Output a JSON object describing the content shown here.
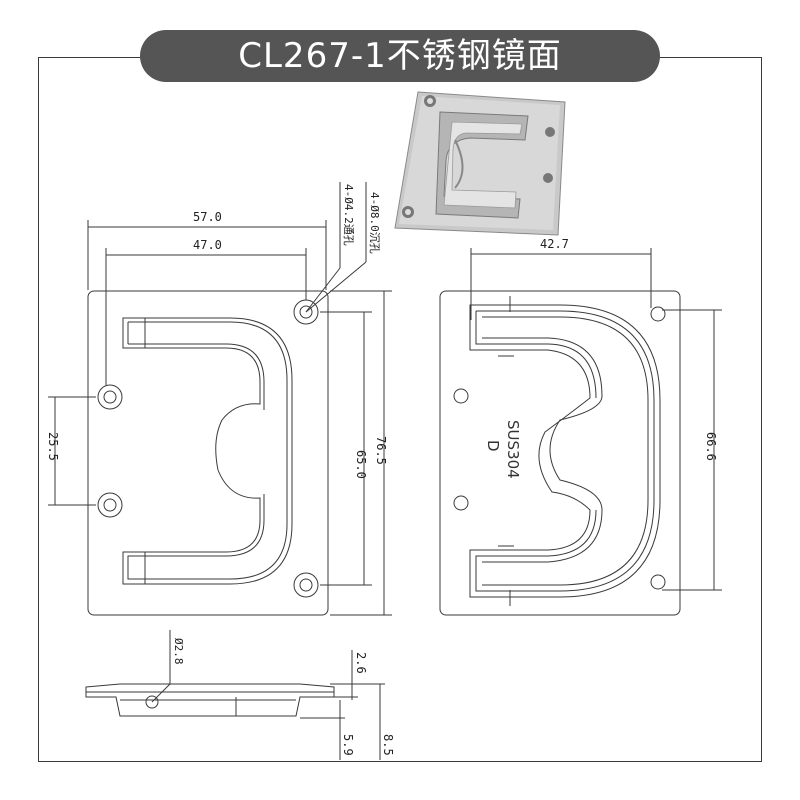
{
  "title": "CL267-1不锈钢镜面",
  "dimensions": {
    "width_outer": "57.0",
    "width_inner": "47.0",
    "width_back": "42.7",
    "height_holes": "65.0",
    "height_outer": "76.5",
    "height_back": "66.6",
    "hole_spacing": "25.5",
    "hole_small": "4-Ø4.2通孔",
    "hole_large": "4-Ø8.0沉孔",
    "side_hole": "Ø2.8",
    "thickness_flange": "2.6",
    "depth_cup": "5.9",
    "depth_total": "8.5"
  },
  "marking": {
    "material": "SUS304",
    "letter": "D"
  },
  "colors": {
    "title_bg": "#555555",
    "title_fg": "#ffffff",
    "line": "#3a3a3a"
  }
}
